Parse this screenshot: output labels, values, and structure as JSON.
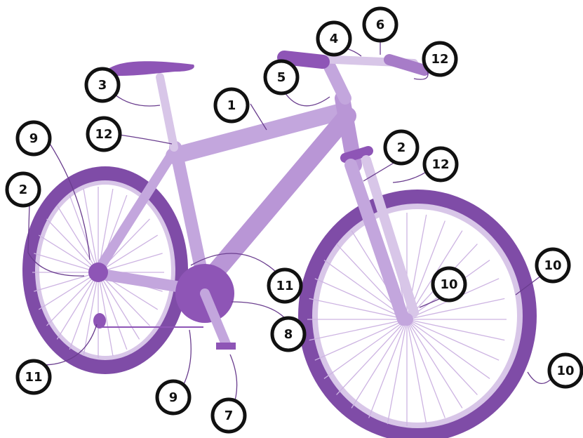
{
  "colors": {
    "tire": "#7f4ca7",
    "rim": "#d8c6e8",
    "frame": "#c3a6dd",
    "frame_dark": "#a77cc8",
    "component": "#8e55b6",
    "spoke": "#cdb4e2",
    "callout_stroke": "#111111",
    "leader": "#6a3d8e"
  },
  "callouts": [
    {
      "id": "frame",
      "label": "1"
    },
    {
      "id": "front-suspension",
      "label": "2"
    },
    {
      "id": "rear-suspension",
      "label": "2"
    },
    {
      "id": "saddle",
      "label": "3"
    },
    {
      "id": "stem",
      "label": "4"
    },
    {
      "id": "brake-lever",
      "label": "5"
    },
    {
      "id": "handlebar",
      "label": "6"
    },
    {
      "id": "pedal",
      "label": "7"
    },
    {
      "id": "chainring",
      "label": "8"
    },
    {
      "id": "rear-derailleur",
      "label": "9"
    },
    {
      "id": "chain",
      "label": "9"
    },
    {
      "id": "front-hub",
      "label": "10"
    },
    {
      "id": "front-tire-upper",
      "label": "10"
    },
    {
      "id": "front-tire-lower",
      "label": "10"
    },
    {
      "id": "bottom-bracket",
      "label": "11"
    },
    {
      "id": "rear-cassette",
      "label": "11"
    },
    {
      "id": "shifter",
      "label": "12"
    },
    {
      "id": "seat-clamp",
      "label": "12"
    },
    {
      "id": "front-brake",
      "label": "12"
    }
  ]
}
